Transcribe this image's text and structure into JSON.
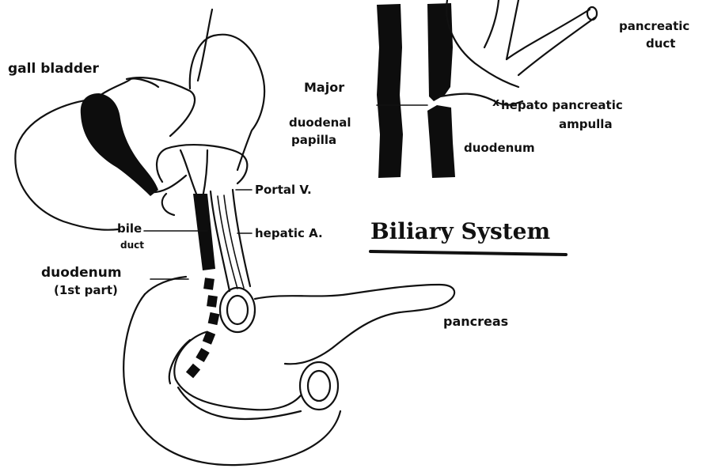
{
  "title": "Biliary System",
  "labels": {
    "gall_bladder": "gall bladder",
    "major": "Major",
    "duodenal": "duodenal",
    "papilla": "papilla",
    "pancreatic_duct_1": "pancreatic",
    "pancreatic_duct_2": "duct",
    "hepato_pancreatic": "hepato pancreatic",
    "ampulla": "ampulla",
    "duodenum_inset": "duodenum",
    "portal_v": "Portal V.",
    "bile": "bile",
    "duct": "duct",
    "hepatic_a": "hepatic A.",
    "duodenum_main": "duodenum",
    "first_part": "(1st part)",
    "pancreas": "pancreas"
  }
}
